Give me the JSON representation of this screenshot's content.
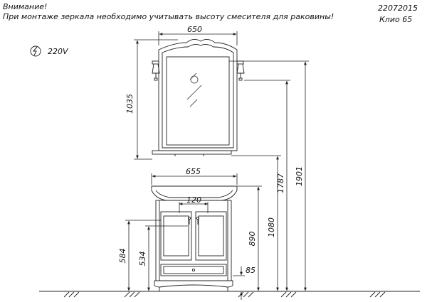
{
  "notes": {
    "warning_title": "Внимание!",
    "warning_text": "При монтаже зеркала необходимо учитывать высоту смесителя для раковины!",
    "article": "22072015",
    "model": "Клио  65"
  },
  "power": {
    "icon": "lightning-circle-icon",
    "label": "220V"
  },
  "dimensions": {
    "mirror_width": "650",
    "mirror_height": "1035",
    "cabinet_width": "655",
    "door_gap": "120",
    "height_890": "890",
    "height_1080": "1080",
    "height_1787": "1787",
    "height_1901": "1901",
    "height_584": "584",
    "height_534": "534",
    "plinth": "85"
  },
  "colors": {
    "line": "#222222",
    "thin": "#555555"
  }
}
